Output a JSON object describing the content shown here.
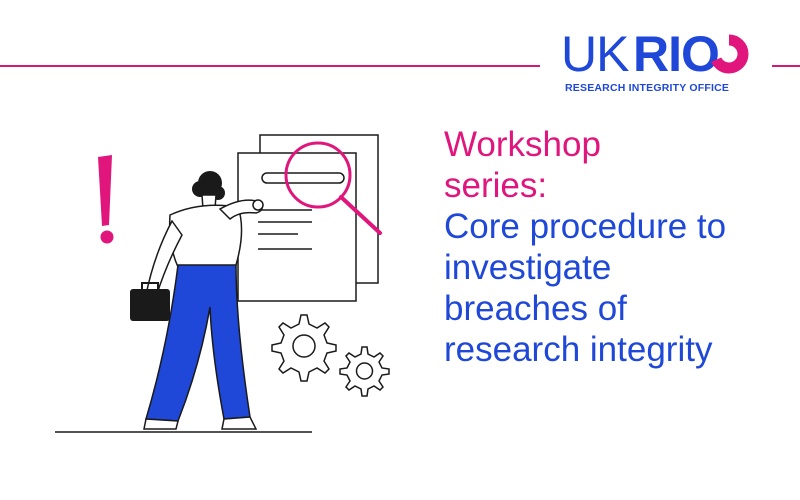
{
  "colors": {
    "magenta": "#e0167c",
    "blue": "#1f48d8",
    "ink": "#1a1a1a",
    "rule": "#d21b78"
  },
  "logo": {
    "uk": "UK",
    "rio": "RIO",
    "subtitle": "RESEARCH INTEGRITY OFFICE"
  },
  "title": {
    "line1": "Workshop series:",
    "line2": "Core procedure to investigate breaches of research integrity"
  },
  "illustration": {
    "icons": [
      "exclamation-icon",
      "magnifier-icon",
      "document-icon",
      "gear-icon",
      "briefcase-icon"
    ]
  }
}
